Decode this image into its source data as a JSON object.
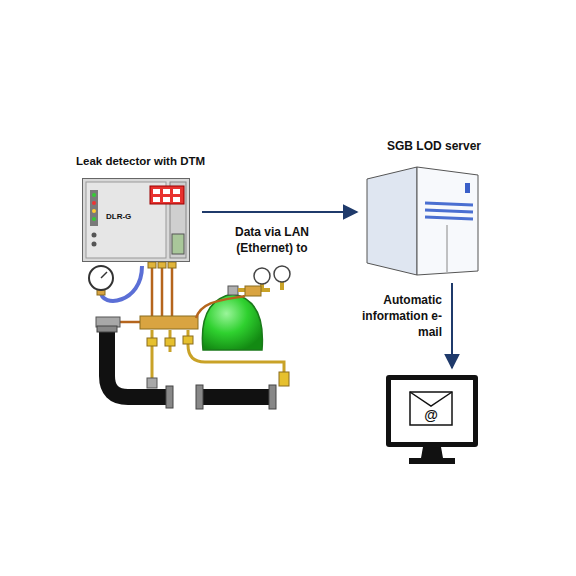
{
  "diagram": {
    "nodes": [
      {
        "text": [
          "Leak detector with DTM",
          "DLR-G"
        ]
      },
      {
        "text": [
          "SGB LOD server"
        ]
      },
      {
        "text": [
          "@"
        ]
      }
    ],
    "edges": [
      {
        "from": 0,
        "to": 1,
        "arrow": "to",
        "label": "Data via LAN (Ethernet) to"
      },
      {
        "from": 1,
        "to": 2,
        "arrow": "to",
        "label": "Automatic information e-mail"
      }
    ]
  }
}
